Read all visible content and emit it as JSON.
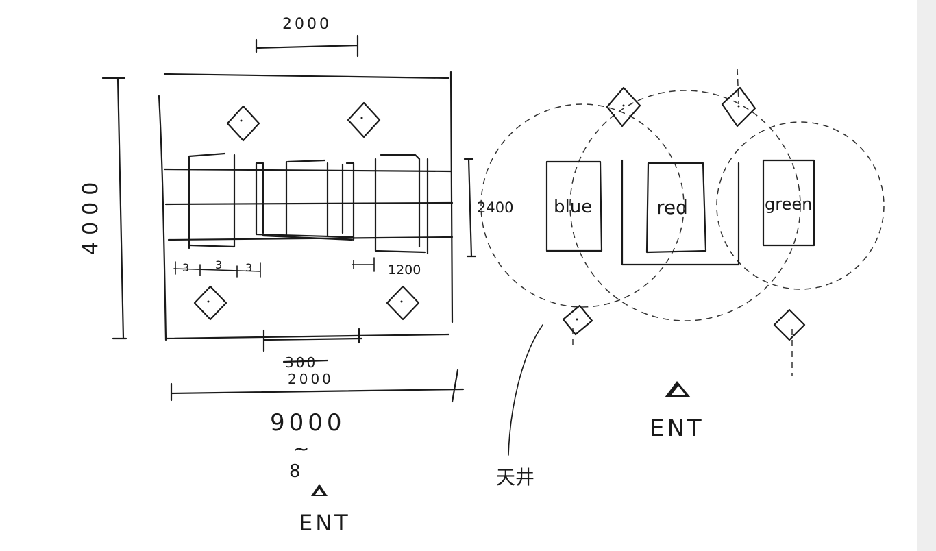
{
  "plan": {
    "dims": {
      "top_width": "2000",
      "left_height": "4000",
      "right_height": "2400",
      "strip_1": "3",
      "strip_2": "3",
      "strip_3": "3",
      "right_gap": "1200",
      "bottom_struck": "300",
      "bottom_width": "2000",
      "overall_width": "9000",
      "range_tilde": "~",
      "range_alt": "8"
    },
    "entrance_label": "ENT"
  },
  "lighting": {
    "areas": [
      "blue",
      "red",
      "green"
    ],
    "entrance_label": "ENT",
    "note": "天井"
  },
  "colors": {
    "ink": "#1a1a1a",
    "paper": "#ffffff"
  }
}
